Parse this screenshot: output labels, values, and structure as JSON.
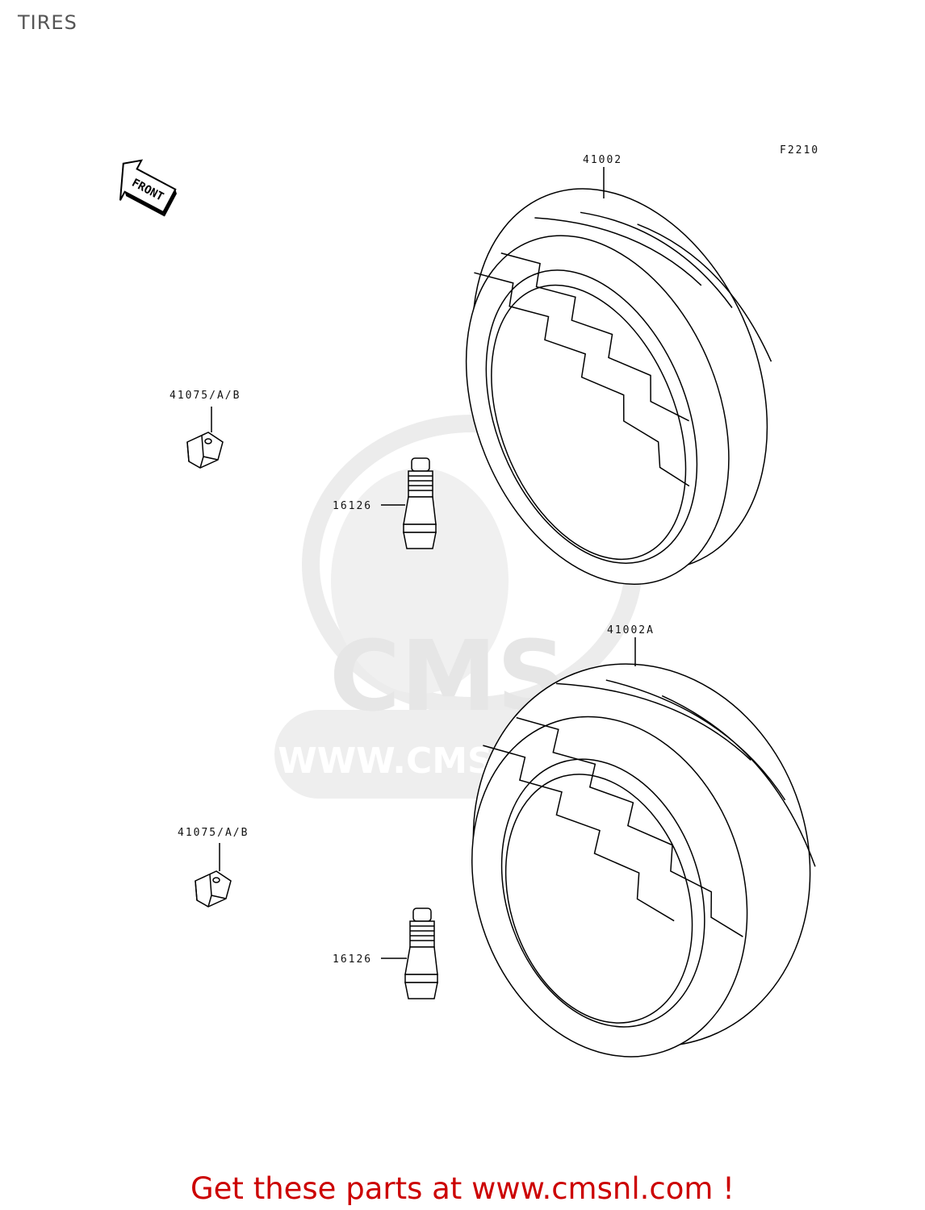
{
  "page": {
    "title": "TIRES"
  },
  "figure": {
    "code": "F2210",
    "front_arrow": "FRONT"
  },
  "parts": {
    "front_tire": "41002",
    "rear_tire": "41002A",
    "weight_top": "41075/A/B",
    "weight_bottom": "41075/A/B",
    "valve_top": "16126",
    "valve_bottom": "16126"
  },
  "watermark": {
    "text": "WWW.CMSNL.COM",
    "logo": "CMS"
  },
  "footer": {
    "text": "Get these parts at www.cmsnl.com !"
  },
  "colors": {
    "footer": "#cc0000",
    "line": "#000000",
    "watermark": "#e8e8e8"
  }
}
